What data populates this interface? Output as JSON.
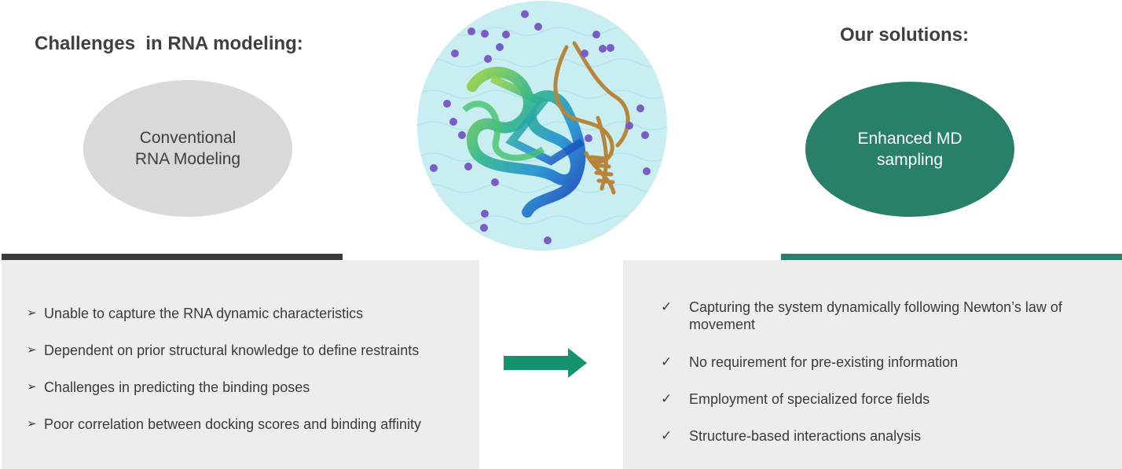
{
  "left": {
    "heading": "Challenges  in RNA modeling:",
    "ellipse_label_line1": "Conventional",
    "ellipse_label_line2": "RNA Modeling",
    "bullet_marker": "➢",
    "items": [
      "Unable to capture the RNA dynamic characteristics",
      "Dependent on prior structural knowledge to define restraints",
      "Challenges in predicting the binding poses",
      "Poor correlation between docking scores and binding affinity"
    ]
  },
  "right": {
    "heading": "Our solutions:",
    "ellipse_label_line1": "Enhanced MD",
    "ellipse_label_line2": "sampling",
    "check_marker": "✓",
    "items": [
      "Capturing the system dynamically following Newton’s law of movement",
      "No requirement for pre-existing information",
      "Employment of specialized force fields",
      "Structure-based interactions analysis"
    ]
  },
  "colors": {
    "accent_green": "#288069",
    "dark_bar": "#3b3b3b",
    "panel_grey": "#ededed",
    "ellipse_grey": "#d9d9d9",
    "molecule_bg": "#c8eef2"
  }
}
